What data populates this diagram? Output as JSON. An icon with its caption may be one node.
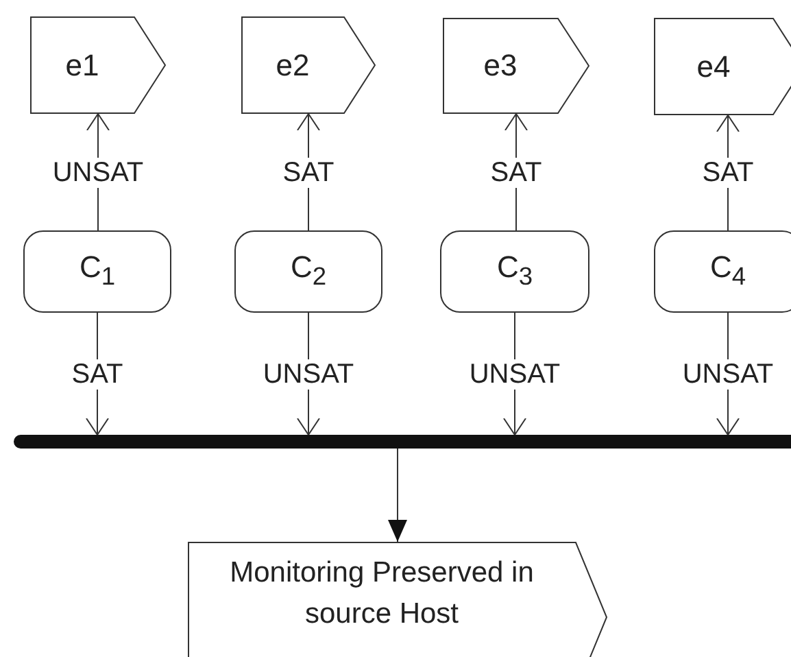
{
  "diagram": {
    "nodes": [
      {
        "text": [
          "e1"
        ]
      },
      {
        "text": [
          "e2"
        ]
      },
      {
        "text": [
          "e3"
        ]
      },
      {
        "text": [
          "e4"
        ]
      },
      {
        "text": [
          "C$_{1}$"
        ]
      },
      {
        "text": [
          "C$_{2}$"
        ]
      },
      {
        "text": [
          "C$_{3}$"
        ]
      },
      {
        "text": [
          "C$_{4}$"
        ]
      },
      {
        "text": [],
        "shape": "bar"
      },
      {
        "text": [
          "Monitoring Preserved in source Host"
        ]
      }
    ],
    "edges": [
      {
        "from": 4,
        "to": 0,
        "arrow": "to",
        "label": "UNSAT"
      },
      {
        "from": 5,
        "to": 1,
        "arrow": "to",
        "label": "SAT"
      },
      {
        "from": 6,
        "to": 2,
        "arrow": "to",
        "label": "SAT"
      },
      {
        "from": 7,
        "to": 3,
        "arrow": "to",
        "label": "SAT"
      },
      {
        "from": 4,
        "to": 8,
        "arrow": "to",
        "label": "SAT"
      },
      {
        "from": 5,
        "to": 8,
        "arrow": "to",
        "label": "UNSAT"
      },
      {
        "from": 6,
        "to": 8,
        "arrow": "to",
        "label": "UNSAT"
      },
      {
        "from": 7,
        "to": 8,
        "arrow": "to",
        "label": "UNSAT"
      },
      {
        "from": 8,
        "to": 9,
        "arrow": "to"
      }
    ]
  }
}
